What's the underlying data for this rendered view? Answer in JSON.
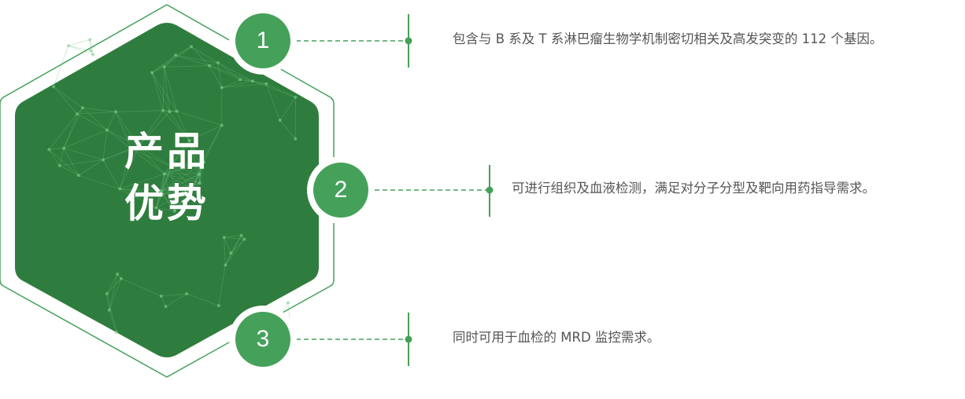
{
  "title": {
    "line1": "产品",
    "line2": "优势"
  },
  "points": [
    {
      "number": "1",
      "text": "包含与 B 系及 T 系淋巴瘤生物学机制密切相关及高发突变的 112 个基因。"
    },
    {
      "number": "2",
      "text": "可进行组织及血液检测，满足对分子分型及靶向用药指导需求。"
    },
    {
      "number": "3",
      "text": "同时可用于血检的 MRD 监控需求。"
    }
  ],
  "colors": {
    "accent": "#45a15a",
    "hex_fill": "#2f7d3e",
    "text": "#555555"
  }
}
